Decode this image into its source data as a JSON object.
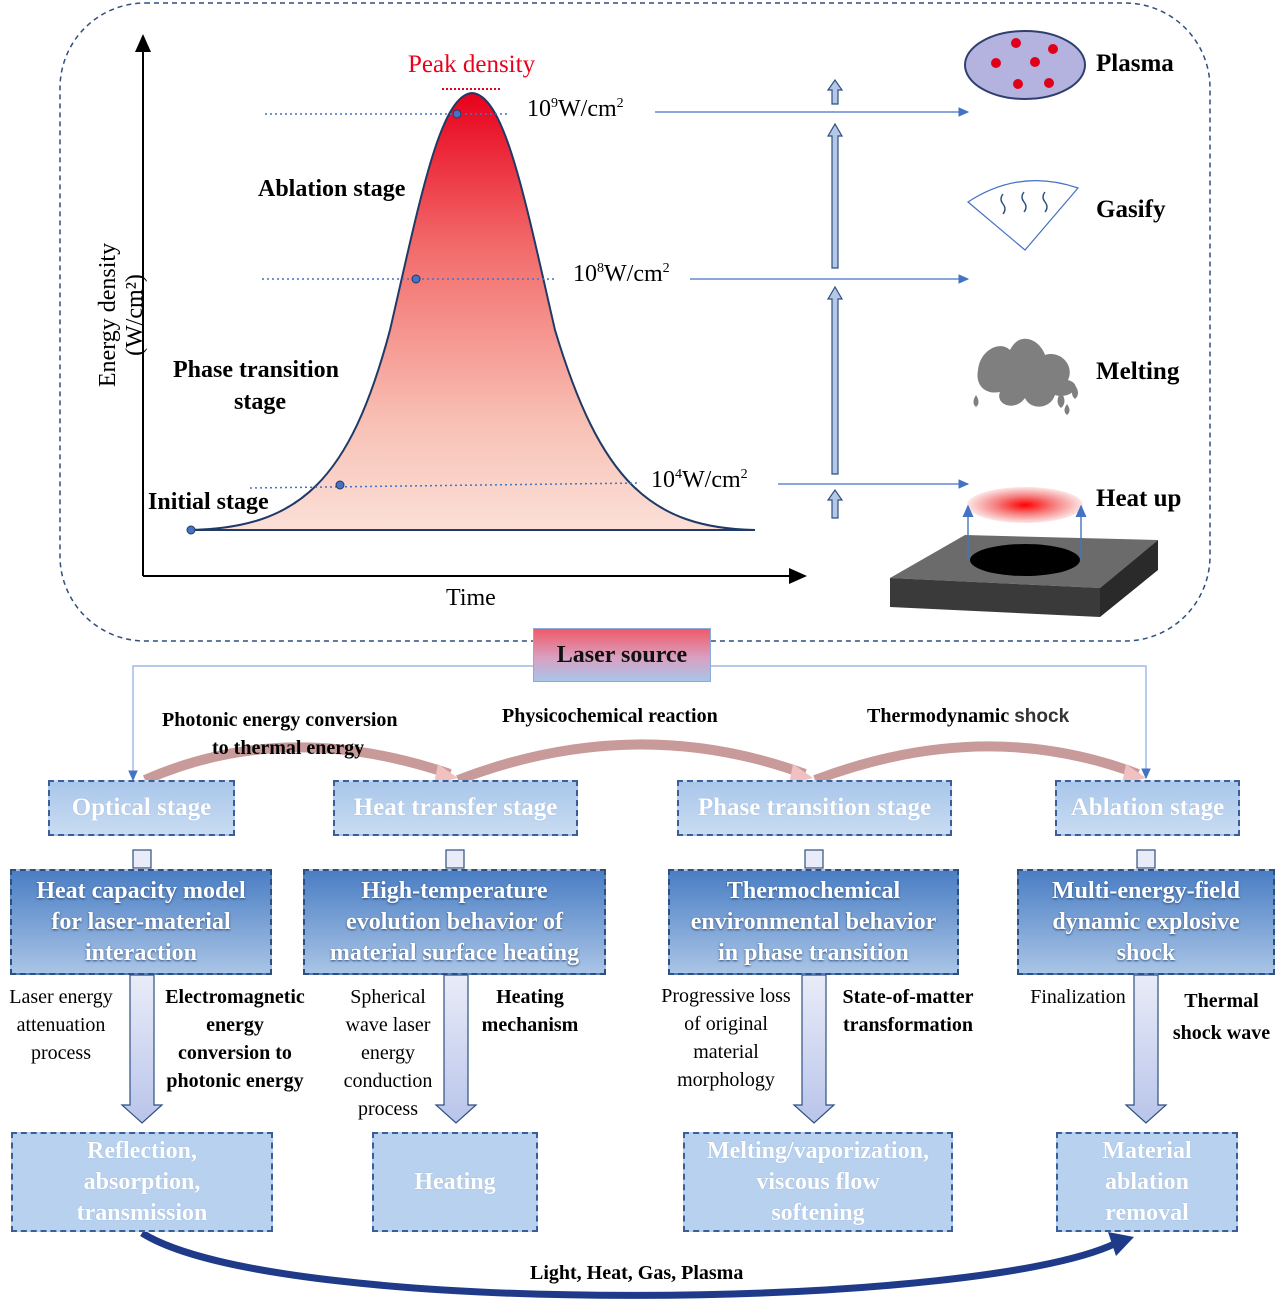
{
  "chart": {
    "ylabel": "Energy density (W/cm²)",
    "xlabel": "Time",
    "peak_label": "Peak density",
    "levels": [
      {
        "base": "10",
        "exp": "9",
        "unit": "W/cm",
        "unit_exp": "2"
      },
      {
        "base": "10",
        "exp": "8",
        "unit": "W/cm",
        "unit_exp": "2"
      },
      {
        "base": "10",
        "exp": "4",
        "unit": "W/cm",
        "unit_exp": "2"
      }
    ],
    "stages": {
      "ablation": "Ablation stage",
      "phase_line1": "Phase transition",
      "phase_line2": "stage",
      "initial": "Initial stage"
    }
  },
  "states": {
    "plasma": "Plasma",
    "gasify": "Gasify",
    "melting": "Melting",
    "heat_up": "Heat up"
  },
  "laser_source": "Laser source",
  "transitions": {
    "photonic_line1": "Photonic energy conversion",
    "photonic_line2": "to thermal energy",
    "physicochemical": "Physicochemical  reaction",
    "thermo_bold": "Thermodynamic",
    "thermo_rest": "shock"
  },
  "stage_boxes": [
    "Optical stage",
    "Heat transfer stage",
    "Phase transition stage",
    "Ablation stage"
  ],
  "models": [
    {
      "line1": "Heat capacity model",
      "line2": "for laser-material",
      "line3": "interaction"
    },
    {
      "line1": "High-temperature",
      "line2": "evolution behavior of",
      "line3": "material surface heating"
    },
    {
      "line1": "Thermochemical",
      "line2": "environmental behavior",
      "line3": "in phase transition"
    },
    {
      "line1": "Multi-energy-field",
      "line2": "dynamic explosive",
      "line3": "shock"
    }
  ],
  "side_notes": {
    "optical_left": [
      "Laser energy",
      "attenuation",
      "process"
    ],
    "optical_right": [
      "Electromagnetic",
      "energy",
      "conversion to",
      "photonic energy"
    ],
    "heat_left": [
      "Spherical",
      "wave laser",
      "energy",
      "conduction",
      "process"
    ],
    "heat_right": [
      "Heating",
      "mechanism"
    ],
    "phase_left": [
      "Progressive  loss",
      "of original",
      "material",
      "morphology"
    ],
    "phase_right": [
      "State-of-matter",
      "transformation"
    ],
    "ablation_left": [
      "Finalization"
    ],
    "ablation_right": [
      "Thermal",
      "shock wave"
    ]
  },
  "results": [
    {
      "line1": "Reflection,",
      "line2": "absorption,",
      "line3": "transmission"
    },
    {
      "line1": "Heating"
    },
    {
      "line1": "Melting/vaporization,",
      "line2": "viscous flow",
      "line3": "softening"
    },
    {
      "line1": "Material",
      "line2": "ablation",
      "line3": "removal"
    }
  ],
  "bottom_label": "Light, Heat, Gas, Plasma",
  "colors": {
    "peak_red": "#e8001c",
    "navy": "#1f3a66",
    "box_blue": "#4a7ec4",
    "light_blue": "#b8d1ee"
  }
}
